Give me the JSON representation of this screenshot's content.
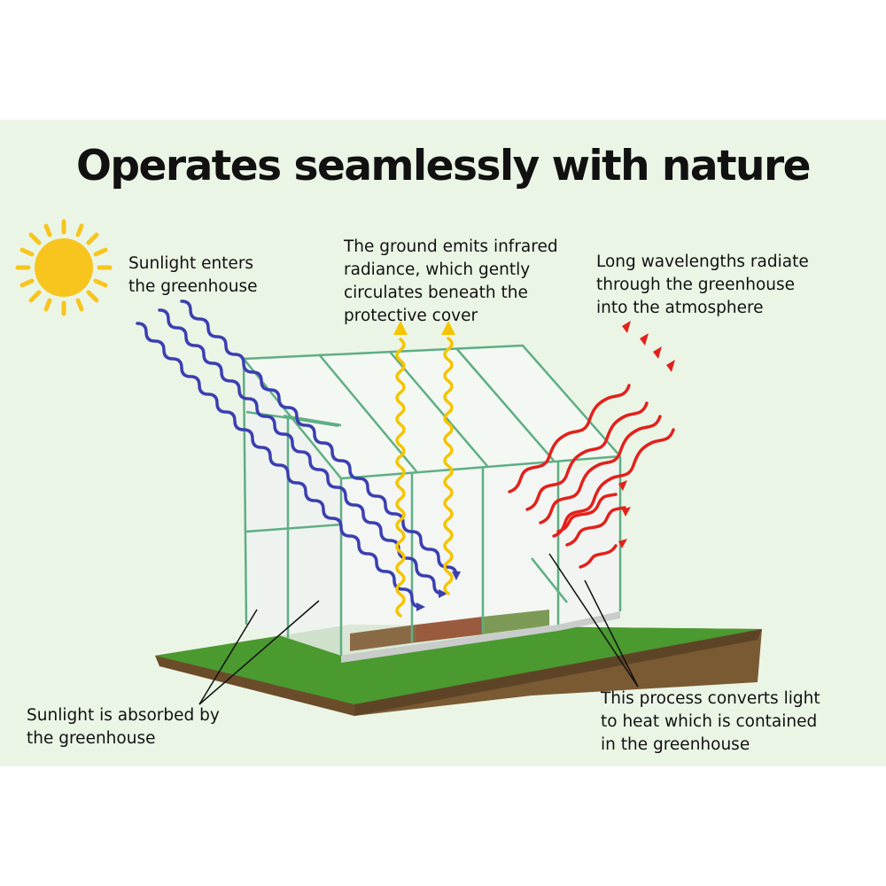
{
  "title": "Operates seamlessly with nature",
  "labels": {
    "sunlight_enters": [
      "Sunlight enters",
      "the greenhouse"
    ],
    "ground_emits": [
      "The ground emits infrared",
      "radiance, which gently",
      "circulates beneath the",
      "protective cover"
    ],
    "long_wavelengths": [
      "Long wavelengths radiate",
      "through the greenhouse",
      "into the atmosphere"
    ],
    "absorbed": [
      "Sunlight is absorbed by",
      "the greenhouse"
    ],
    "process": [
      "This process converts light",
      "to heat which is contained",
      "in the greenhouse"
    ]
  },
  "colors": {
    "panel_bg": "#ebf5e6",
    "sun": "#f7c51e",
    "blue_wave": "#3b3fb0",
    "yellow_wave": "#f5c400",
    "red_wave": "#e3201b",
    "frame": "#5fae84",
    "grass": "#3f8d2a"
  }
}
